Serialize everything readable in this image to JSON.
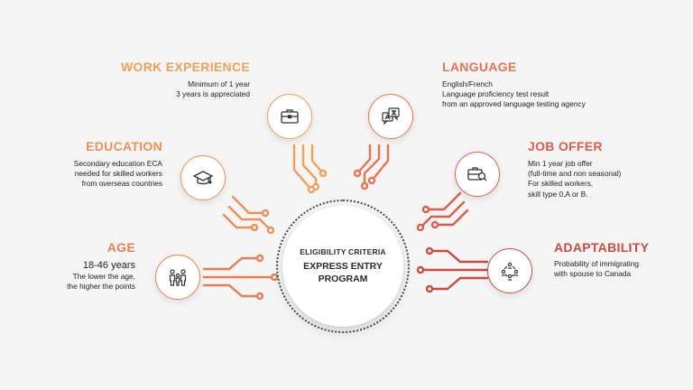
{
  "colors": {
    "orange": "#f0a058",
    "orange_red": "#ea7b52",
    "red": "#d9534a",
    "dark_red": "#c24a3f",
    "text": "#222222"
  },
  "center": {
    "subtitle": "ELIGIBILITY CRITERIA",
    "title_line1": "EXPRESS ENTRY",
    "title_line2": "PROGRAM"
  },
  "criteria": {
    "work_experience": {
      "title": "WORK EXPERIENCE",
      "lines": [
        "Minimum of 1 year",
        "3 years is appreciated"
      ],
      "icon": "briefcase-icon"
    },
    "education": {
      "title": "EDUCATION",
      "lines": [
        "Secondary education ECA",
        "needed for skilled workers",
        "from overseas countries"
      ],
      "icon": "graduation-cap-icon"
    },
    "age": {
      "title": "AGE",
      "lines": [
        "18-46 years",
        "The lower the age,",
        "the higher the points"
      ],
      "icon": "family-icon"
    },
    "language": {
      "title": "LANGUAGE",
      "lines": [
        "English/French",
        "Language proficiency test result",
        "from an approved language testing agency"
      ],
      "icon": "translation-icon"
    },
    "job_offer": {
      "title": "JOB OFFER",
      "lines": [
        "Min 1 year job offer",
        "(full-time and non seasonal)",
        "For skilled workers,",
        "skill type 0,A or B."
      ],
      "icon": "job-search-icon"
    },
    "adaptability": {
      "title": "ADAPTABILITY",
      "lines": [
        "Probability of immigrating",
        "with spouse to Canada"
      ],
      "icon": "network-people-icon"
    }
  }
}
